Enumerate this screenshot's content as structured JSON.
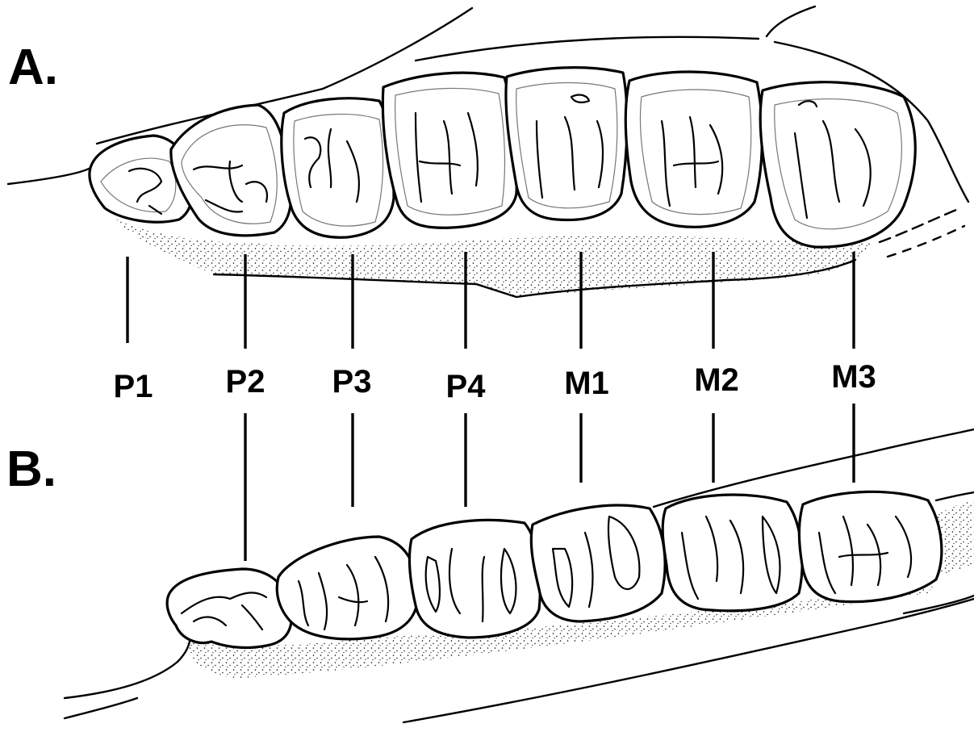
{
  "figure": {
    "panel_upper": "A.",
    "panel_lower": "B.",
    "teeth": [
      "P1",
      "P2",
      "P3",
      "P4",
      "M1",
      "M2",
      "M3"
    ]
  },
  "colors": {
    "ink": "#000000",
    "inner_line": "#777777",
    "stipple": "#000000",
    "background": "#ffffff"
  }
}
